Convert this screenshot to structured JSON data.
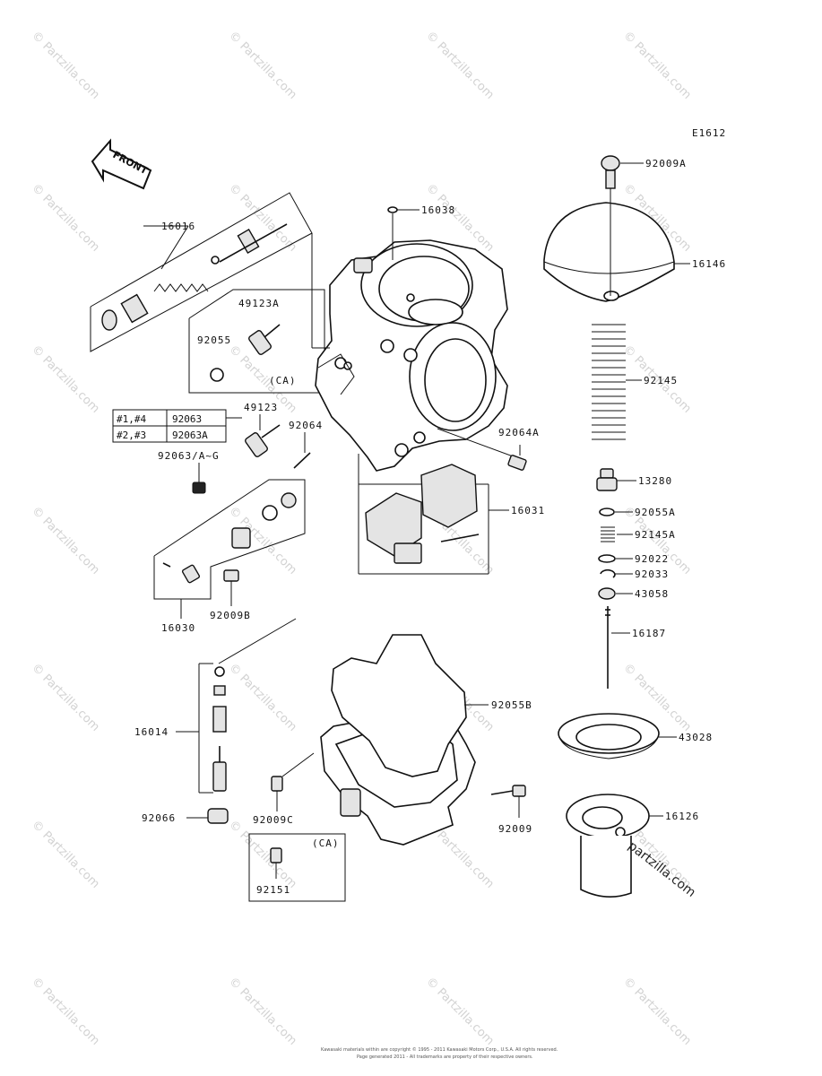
{
  "diagram_code": "E1612",
  "front_arrow": "FRONT",
  "watermark": "© Partzilla.com",
  "partzilla_label": "partzilla.com",
  "parts": {
    "p16016": "16016",
    "p49123A": "49123A",
    "p92055": "92055",
    "ca1": "(CA)",
    "p49123": "49123",
    "p92064": "92064",
    "p92063AG": "92063/A~G",
    "p16030": "16030",
    "p92009B": "92009B",
    "p16014": "16014",
    "p92066": "92066",
    "p92009C": "92009C",
    "ca2": "(CA)",
    "p92151": "92151",
    "p16038": "16038",
    "p92064A": "92064A",
    "p16031": "16031",
    "p92055B": "92055B",
    "p92009": "92009",
    "p92009A": "92009A",
    "p16146": "16146",
    "p92145": "92145",
    "p13280": "13280",
    "p92055A": "92055A",
    "p92145A": "92145A",
    "p92022": "92022",
    "p92033": "92033",
    "p43058": "43058",
    "p16187": "16187",
    "p43028": "43028",
    "p16126": "16126"
  },
  "cyl_table": [
    {
      "cyl": "#1,#4",
      "part": "92063"
    },
    {
      "cyl": "#2,#3",
      "part": "92063A"
    }
  ],
  "footer": {
    "line1": "Kawasaki materials within are copyright © 1995 - 2011 Kawasaki Motors Corp., U.S.A. All rights reserved.",
    "line2": "Page generated 2011 - All trademarks are property of their respective owners."
  }
}
